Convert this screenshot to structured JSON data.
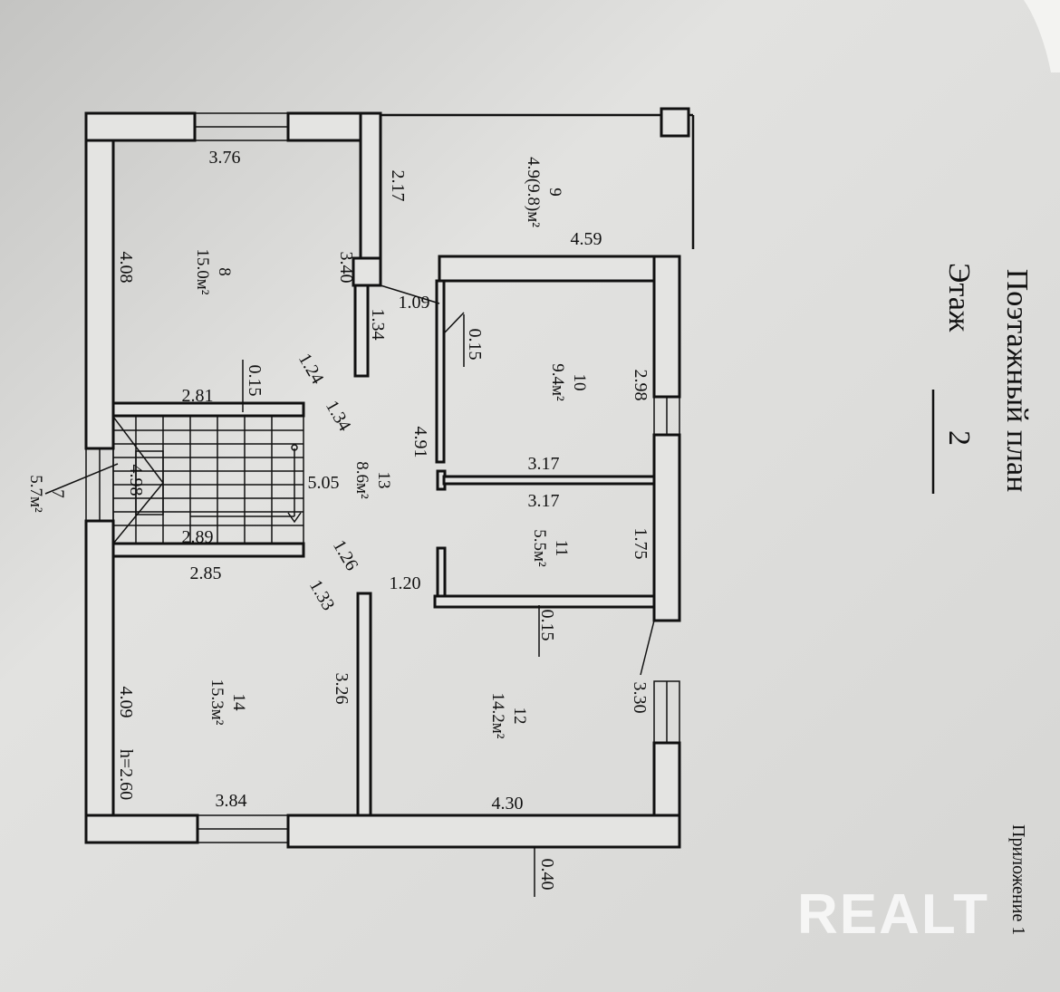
{
  "header": {
    "title": "Поэтажный план",
    "floor_label": "Этаж",
    "floor_number": "2",
    "appendix": "Приложение 1"
  },
  "watermark": "REALT",
  "rooms": [
    {
      "number": "9",
      "area": "4.9(9.8)м²"
    },
    {
      "number": "8",
      "area": "15.0м²"
    },
    {
      "number": "10",
      "area": "9.4м²"
    },
    {
      "number": "13",
      "area": "8.6м²"
    },
    {
      "number": "11",
      "area": "5.5м²"
    },
    {
      "number": "14",
      "area": "15.3м²"
    },
    {
      "number": "12",
      "area": "14.2м²"
    },
    {
      "number": "7",
      "area": "5.7м²"
    }
  ],
  "dimensions": {
    "d376": "3.76",
    "d459": "4.59",
    "d109": "1.09",
    "d281": "2.81",
    "d505": "5.05",
    "d317a": "3.17",
    "d317b": "3.17",
    "d289": "2.89",
    "d285": "2.85",
    "d120": "1.20",
    "d384": "3.84",
    "d430": "4.30",
    "d217": "2.17",
    "d340": "3.40",
    "d408": "4.08",
    "d134a": "1.34",
    "d015a": "0.15",
    "d124": "1.24",
    "d015b": "0.15",
    "d134b": "1.34",
    "d491": "4.91",
    "d298": "2.98",
    "d175": "1.75",
    "d126": "1.26",
    "d133": "1.33",
    "d015c": "0.15",
    "d330": "3.30",
    "d326": "3.26",
    "d409": "4.09",
    "height": "h=2.60",
    "d040": "0.40",
    "d498": "4.98"
  }
}
